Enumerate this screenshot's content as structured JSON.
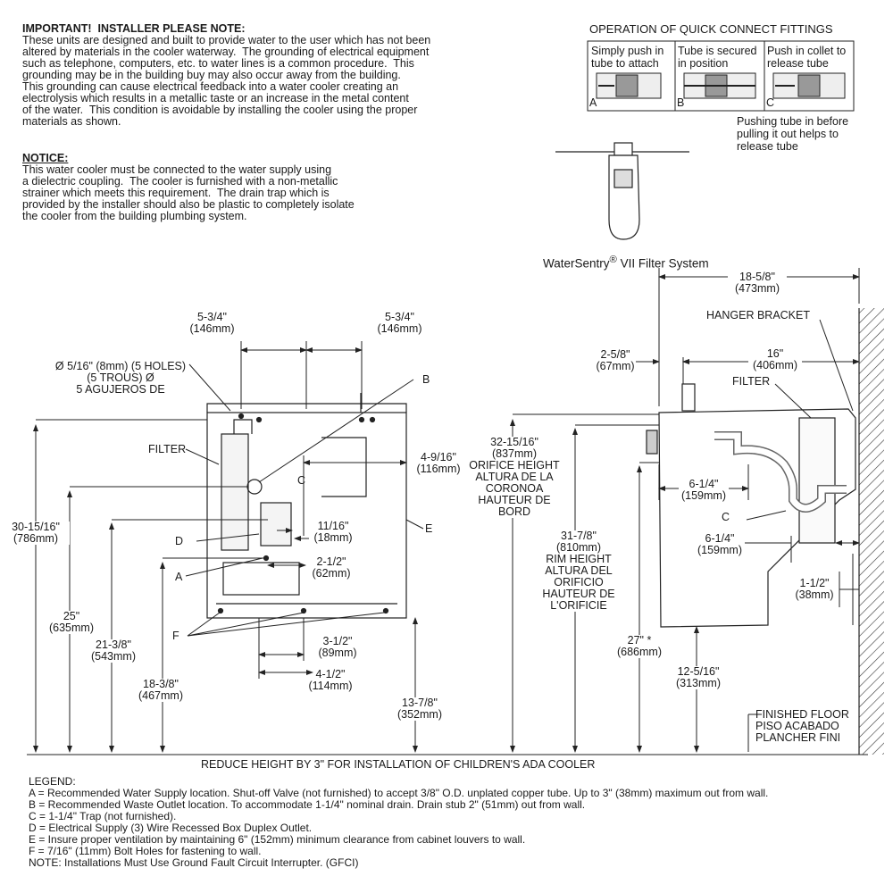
{
  "installer_note": {
    "title": "IMPORTANT!  INSTALLER PLEASE NOTE:",
    "lines": [
      "These units are designed and built to provide water to the user which has not been",
      "altered by materials in the cooler waterway.  The grounding of electrical equipment",
      "such as telephone, computers, etc. to water lines is a common procedure.  This",
      "grounding may be in the building buy may also occur away from the building.",
      "This grounding can cause electrical feedback into a water cooler creating an",
      "electrolysis which results in a metallic taste or an increase in the metal content",
      "of the water.  This condition is avoidable by installing the cooler using the proper",
      "materials as shown."
    ]
  },
  "notice": {
    "title": "NOTICE:",
    "lines": [
      "This water cooler must be connected to the water supply using",
      "a dielectric coupling.  The cooler is furnished with a non-metallic",
      "strainer which meets this requirement.  The drain trap which is",
      "provided by the installer should also be plastic to completely isolate",
      "the cooler from the building plumbing system."
    ]
  },
  "quick_connect": {
    "title": "OPERATION OF QUICK CONNECT FITTINGS",
    "cells": [
      {
        "text": "Simply push in\ntube to attach",
        "letter": "A"
      },
      {
        "text": "Tube is secured\nin position",
        "letter": "B"
      },
      {
        "text": "Push in collet to\nrelease tube",
        "letter": "C"
      }
    ],
    "footnote": "Pushing tube in before\npulling it out helps to\nrelease tube"
  },
  "filter_system": {
    "label": "WaterSentry",
    "reg": "®",
    "suffix": " VII Filter System"
  },
  "front_view": {
    "dim_top_left": "5-3/4\"\n(146mm)",
    "dim_top_right": "5-3/4\"\n(146mm)",
    "holes": "Ø 5/16\" (8mm) (5 HOLES)\n(5 TROUS) Ø\n5 AGUJEROS DE",
    "label_b": "B",
    "label_filter": "FILTER",
    "label_c": "C",
    "dim_4_9_16": "4-9/16\"\n(116mm)",
    "dim_11_16": "11/16\"\n(18mm)",
    "label_d": "D",
    "label_e": "E",
    "dim_2_1_2": "2-1/2\"\n(62mm)",
    "label_a": "A",
    "dim_30": "30-15/16\"\n(786mm)",
    "dim_25": "25\"\n(635mm)",
    "dim_21": "21-3/8\"\n(543mm)",
    "label_f": "F",
    "dim_3_1_2": "3-1/2\"\n(89mm)",
    "dim_4_1_2": "4-1/2\"\n(114mm)",
    "dim_18": "18-3/8\"\n(467mm)",
    "dim_13": "13-7/8\"\n(352mm)"
  },
  "side_view": {
    "dim_18_5_8": "18-5/8\"\n(473mm)",
    "hanger": "HANGER BRACKET",
    "dim_2_5_8": "2-5/8\"\n(67mm)",
    "dim_16": "16\"\n(406mm)",
    "filter": "FILTER",
    "dim_32": "32-15/16\"\n(837mm)\nORIFICE HEIGHT\nALTURA DE LA\nCORONOA\nHAUTEUR DE\nBORD",
    "dim_6_1_4_a": "6-1/4\"\n(159mm)",
    "label_c": "C",
    "dim_31": "31-7/8\"\n(810mm)\nRIM HEIGHT\nALTURA DEL\nORIFICIO\nHAUTEUR DE\nL'ORIFICIE",
    "dim_6_1_4_b": "6-1/4\"\n(159mm)",
    "dim_1_1_2": "1-1/2\"\n(38mm)",
    "dim_27": "27\" *\n(686mm)",
    "dim_12": "12-5/16\"\n(313mm)",
    "floor": "FINISHED FLOOR\nPISO ACABADO\nPLANCHER FINI"
  },
  "reduce_note": "REDUCE HEIGHT BY 3\" FOR INSTALLATION OF CHILDREN'S ADA COOLER",
  "legend": {
    "title": "LEGEND:",
    "items": [
      "A = Recommended Water Supply location. Shut-off Valve (not furnished) to accept 3/8\" O.D. unplated copper tube. Up to 3\" (38mm) maximum out from wall.",
      "B = Recommended Waste Outlet location. To accommodate 1-1/4\" nominal drain. Drain stub 2\" (51mm) out from wall.",
      "C = 1-1/4\" Trap (not furnished).",
      "D = Electrical Supply (3) Wire Recessed Box Duplex Outlet.",
      "E = Insure proper ventilation by maintaining 6\" (152mm) minimum clearance from cabinet louvers to wall.",
      "F = 7/16\" (11mm) Bolt Holes for fastening to wall.",
      "NOTE: Installations Must Use Ground Fault Circuit Interrupter. (GFCI)"
    ]
  }
}
